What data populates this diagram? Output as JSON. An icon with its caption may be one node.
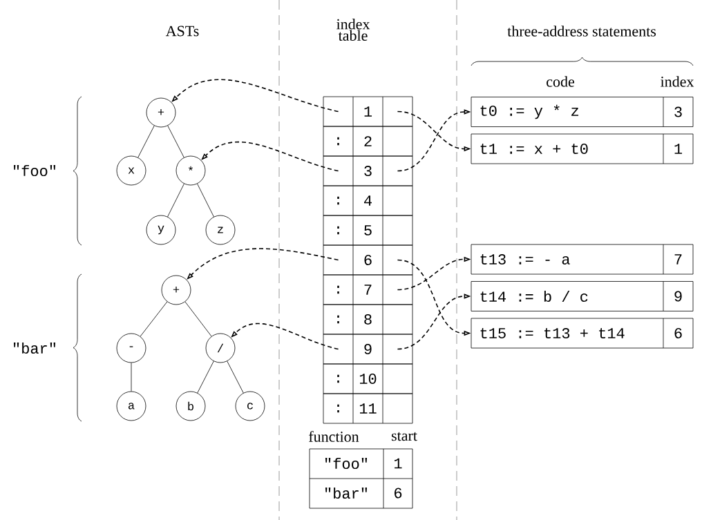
{
  "diagram": {
    "nodes": [
      {
        "text": [
          "+"
        ]
      },
      {
        "text": [
          "x"
        ]
      },
      {
        "text": [
          "*"
        ]
      },
      {
        "text": [
          "y"
        ]
      },
      {
        "text": [
          "z"
        ]
      },
      {
        "text": [
          "+"
        ]
      },
      {
        "text": [
          "-"
        ]
      },
      {
        "text": [
          "/"
        ]
      },
      {
        "text": [
          "a"
        ]
      },
      {
        "text": [
          "b"
        ]
      },
      {
        "text": [
          "c"
        ]
      },
      {
        "text": [
          "1"
        ]
      },
      {
        "text": [
          ":",
          "2"
        ]
      },
      {
        "text": [
          "3"
        ]
      },
      {
        "text": [
          ":",
          "4"
        ]
      },
      {
        "text": [
          ":",
          "5"
        ]
      },
      {
        "text": [
          "6"
        ]
      },
      {
        "text": [
          ":",
          "7"
        ]
      },
      {
        "text": [
          ":",
          "8"
        ]
      },
      {
        "text": [
          "9"
        ]
      },
      {
        "text": [
          ":",
          "10"
        ]
      },
      {
        "text": [
          ":",
          "11"
        ]
      },
      {
        "text": [
          "t0 := y * z",
          "3"
        ]
      },
      {
        "text": [
          "t1 := x + t0",
          "1"
        ]
      },
      {
        "text": [
          "t13 := - a",
          "7"
        ]
      },
      {
        "text": [
          "t14 := b / c",
          "9"
        ]
      },
      {
        "text": [
          "t15 := t13 + t14",
          "6"
        ]
      }
    ],
    "edges": [
      {
        "from": 0,
        "to": 1,
        "arrow": "none"
      },
      {
        "from": 0,
        "to": 2,
        "arrow": "none"
      },
      {
        "from": 2,
        "to": 3,
        "arrow": "none"
      },
      {
        "from": 2,
        "to": 4,
        "arrow": "none"
      },
      {
        "from": 5,
        "to": 6,
        "arrow": "none"
      },
      {
        "from": 5,
        "to": 7,
        "arrow": "none"
      },
      {
        "from": 6,
        "to": 8,
        "arrow": "none"
      },
      {
        "from": 7,
        "to": 9,
        "arrow": "none"
      },
      {
        "from": 7,
        "to": 10,
        "arrow": "none"
      },
      {
        "from": 11,
        "to": 0,
        "arrow": "to",
        "style": "dashed"
      },
      {
        "from": 13,
        "to": 2,
        "arrow": "to",
        "style": "dashed"
      },
      {
        "from": 16,
        "to": 5,
        "arrow": "to",
        "style": "dashed"
      },
      {
        "from": 19,
        "to": 7,
        "arrow": "to",
        "style": "dashed"
      },
      {
        "from": 11,
        "to": 23,
        "arrow": "to",
        "style": "dashed"
      },
      {
        "from": 13,
        "to": 22,
        "arrow": "to",
        "style": "dashed"
      },
      {
        "from": 16,
        "to": 26,
        "arrow": "to",
        "style": "dashed"
      },
      {
        "from": 17,
        "to": 24,
        "arrow": "to",
        "style": "dashed"
      },
      {
        "from": 19,
        "to": 25,
        "arrow": "to",
        "style": "dashed"
      }
    ],
    "labels": [
      "ASTs",
      "index table",
      "three-address statements",
      "code",
      "index",
      "\"foo\"",
      "\"bar\"",
      "function",
      "start",
      "\"foo\"",
      "1",
      "\"bar\"",
      "6"
    ]
  }
}
